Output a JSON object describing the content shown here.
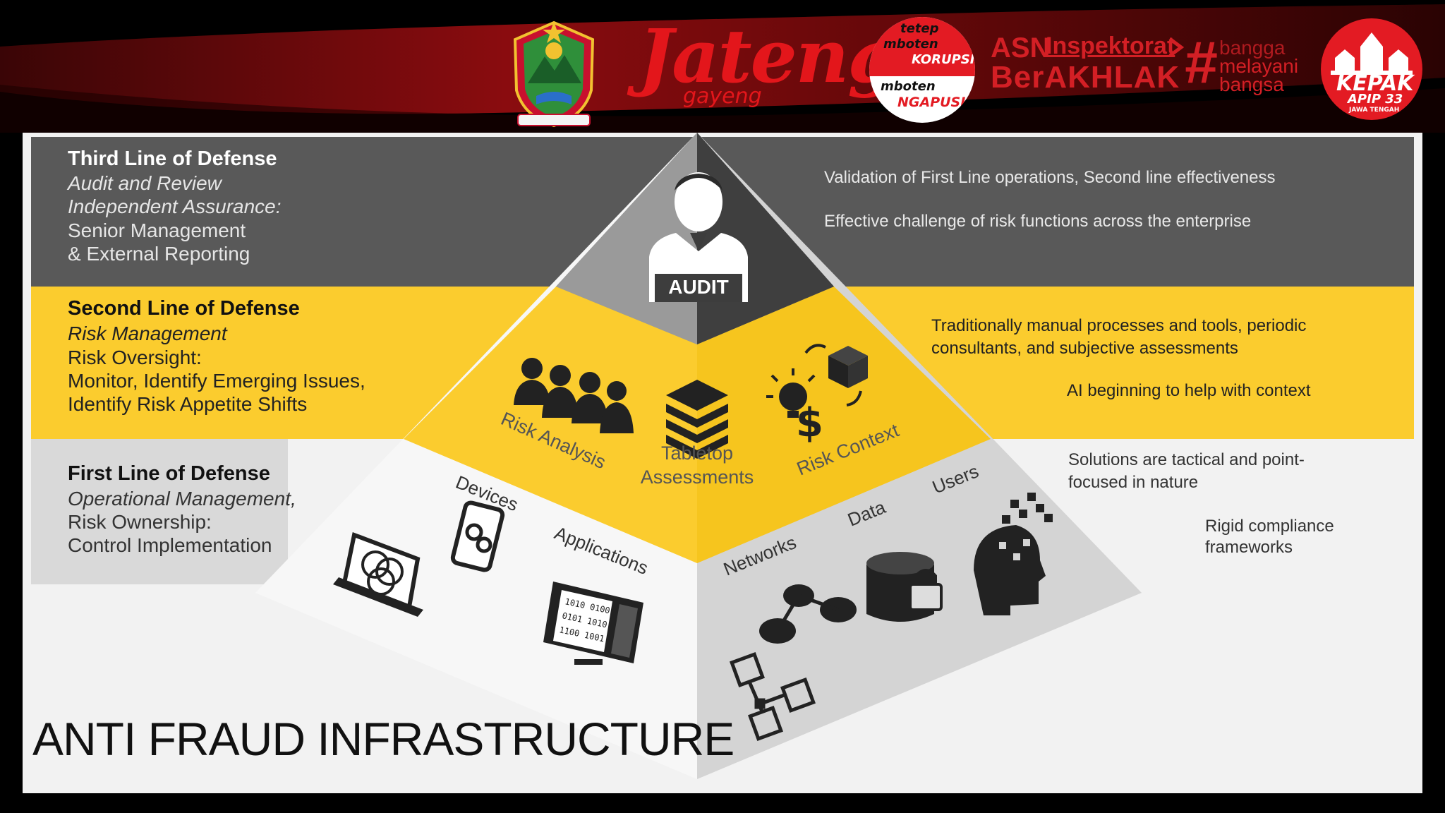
{
  "header": {
    "jateng_word": "Jateng",
    "gayeng_word": "gayeng",
    "badge_top": "tetep",
    "badge_mid": "mboten",
    "badge_korupsi": "KORUPSI",
    "badge_bottom_1": "mboten",
    "badge_bottom_2": "NGAPUSI",
    "asn": "ASN",
    "inspektorat": "Inspektorat",
    "berakhlak": "BerAKHLAK",
    "bangga_1": "bangga",
    "bangga_2": "melayani",
    "bangga_3": "bangsa",
    "kepak_1": "KEPAK",
    "kepak_2": "APIP 33",
    "kepak_3": "JAWA TENGAH",
    "colors": {
      "brand_red": "#d31f25",
      "header_bg": "#000000"
    }
  },
  "levels": {
    "third": {
      "title": "Third Line of Defense",
      "sub": "Audit and Review",
      "line1": "Independent Assurance:",
      "line2": "Senior Management",
      "line3": "& External Reporting"
    },
    "second": {
      "title": "Second Line of Defense",
      "sub": "Risk Management",
      "line1": "Risk Oversight:",
      "line2": "Monitor, Identify Emerging Issues,",
      "line3": "Identify Risk Appetite Shifts"
    },
    "first": {
      "title": "First Line of Defense",
      "sub": "Operational Management,",
      "line1": "Risk Ownership:",
      "line2": "Control Implementation"
    }
  },
  "pyramid": {
    "audit": "AUDIT",
    "risk_analysis": "Risk Analysis",
    "tabletop_1": "Tabletop",
    "tabletop_2": "Assessments",
    "risk_context": "Risk Context",
    "devices": "Devices",
    "applications": "Applications",
    "networks": "Networks",
    "data": "Data",
    "users": "Users"
  },
  "right": {
    "third_1": "Validation of First Line operations, Second line effectiveness",
    "third_2": "Effective challenge of risk functions across the enterprise",
    "second_1a": "Traditionally manual processes and tools, periodic",
    "second_1b": "consultants, and subjective assessments",
    "second_2": "AI beginning to help with context",
    "first_1a": "Solutions are tactical and point-",
    "first_1b": "focused in nature",
    "first_2a": "Rigid compliance",
    "first_2b": "frameworks"
  },
  "title": "ANTI FRAUD INFRASTRUCTURE",
  "colors": {
    "dark_band": "#595959",
    "yellow_band": "#fbcc2e",
    "light_band": "#d9d9d9",
    "white": "#f7f7f7"
  }
}
